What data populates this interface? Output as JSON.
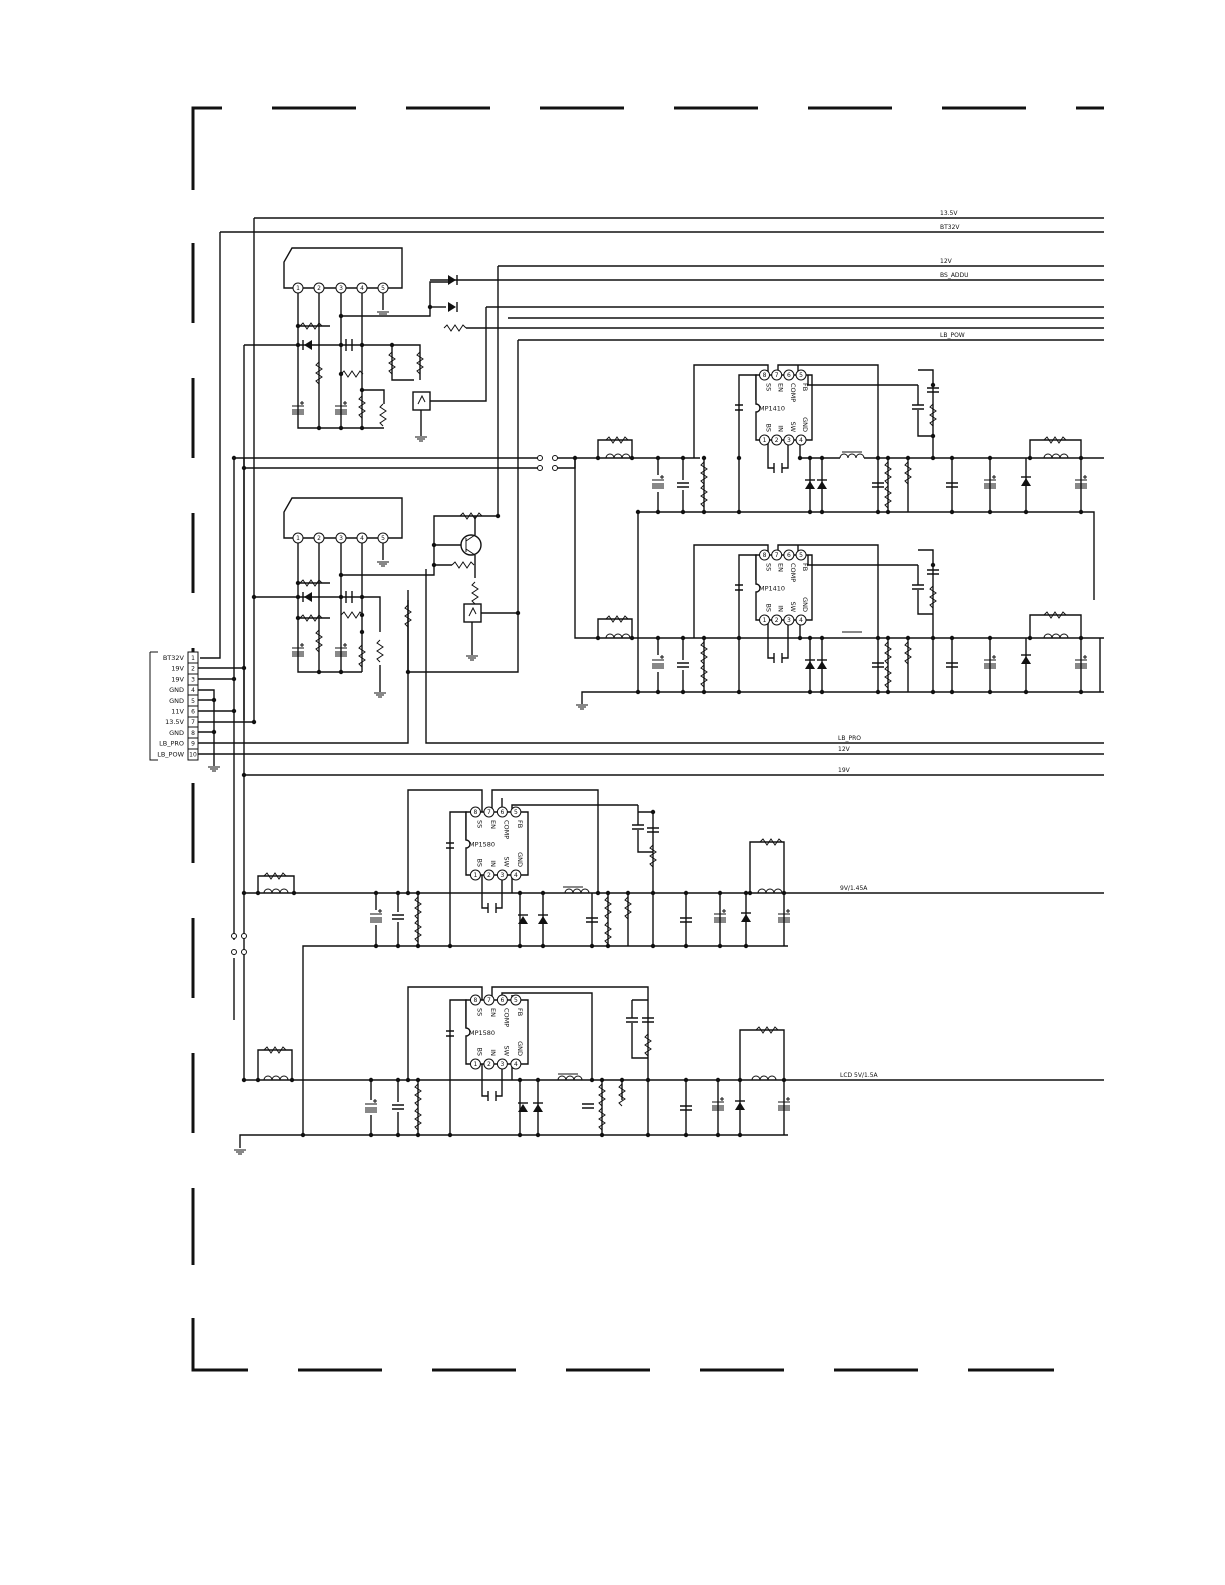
{
  "connector": {
    "pins": [
      {
        "num": "1",
        "label": "BT32V"
      },
      {
        "num": "2",
        "label": "19V"
      },
      {
        "num": "3",
        "label": "19V"
      },
      {
        "num": "4",
        "label": "GND"
      },
      {
        "num": "5",
        "label": "GND"
      },
      {
        "num": "6",
        "label": "11V"
      },
      {
        "num": "7",
        "label": "13.5V"
      },
      {
        "num": "8",
        "label": "GND"
      },
      {
        "num": "9",
        "label": "LB_PRO"
      },
      {
        "num": "10",
        "label": "LB_POW"
      }
    ]
  },
  "nets": {
    "v13_5": "13.5V",
    "bt32v": "BT32V",
    "v12_top": "12V",
    "bs_addu": "BS_ADDU",
    "lb_pow": "LB_POW",
    "lb_pro": "LB_PRO",
    "v12_mid": "12V",
    "v19": "19V",
    "out_9v": "9V/1.45A",
    "out_lcd": "LCD  5V/1.5A"
  },
  "chips": {
    "u1_name": "MP1410",
    "u2_name": "MP1410",
    "u3_name": "MP1580",
    "u4_name": "MP1580",
    "top_pins": [
      "SS",
      "EN",
      "COMP",
      "FB"
    ],
    "bot_pins": [
      "BS",
      "IN",
      "SW",
      "GND"
    ],
    "top_nums": [
      "8",
      "7",
      "6",
      "5"
    ],
    "bot_nums": [
      "1",
      "2",
      "3",
      "4"
    ]
  },
  "regulators": {
    "pins": [
      "1",
      "2",
      "3",
      "4",
      "5"
    ]
  }
}
